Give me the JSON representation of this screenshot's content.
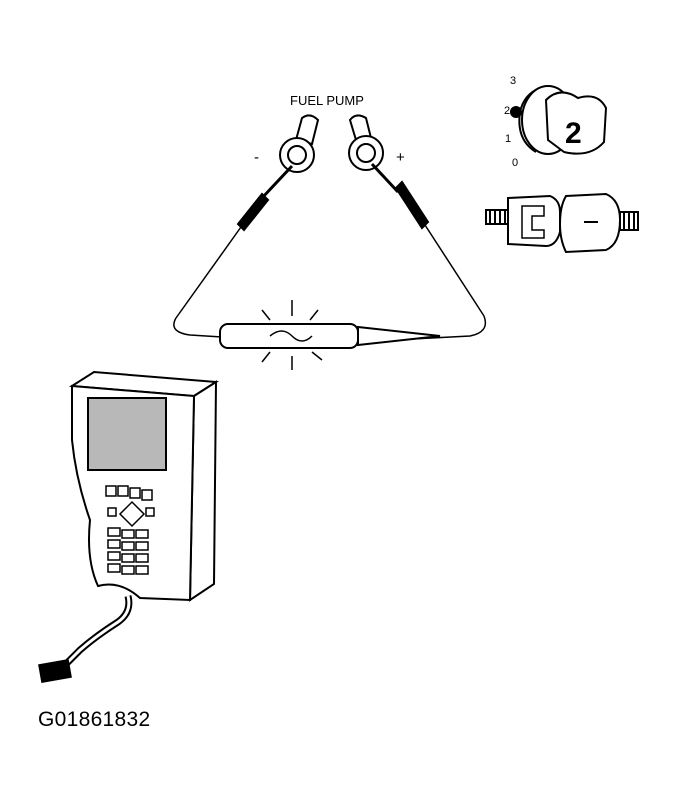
{
  "labels": {
    "fuel_pump": "FUEL PUMP",
    "terminal_negative": "-",
    "terminal_positive": "+",
    "key_pos_3": "3",
    "key_pos_2": "2",
    "key_pos_1": "1",
    "key_pos_0": "0",
    "key_number": "2",
    "figure_id": "G01861832"
  },
  "colors": {
    "ink": "#000000",
    "paper": "#ffffff",
    "screen": "#b8b8b8",
    "key_gray": "#cfcfcf"
  }
}
